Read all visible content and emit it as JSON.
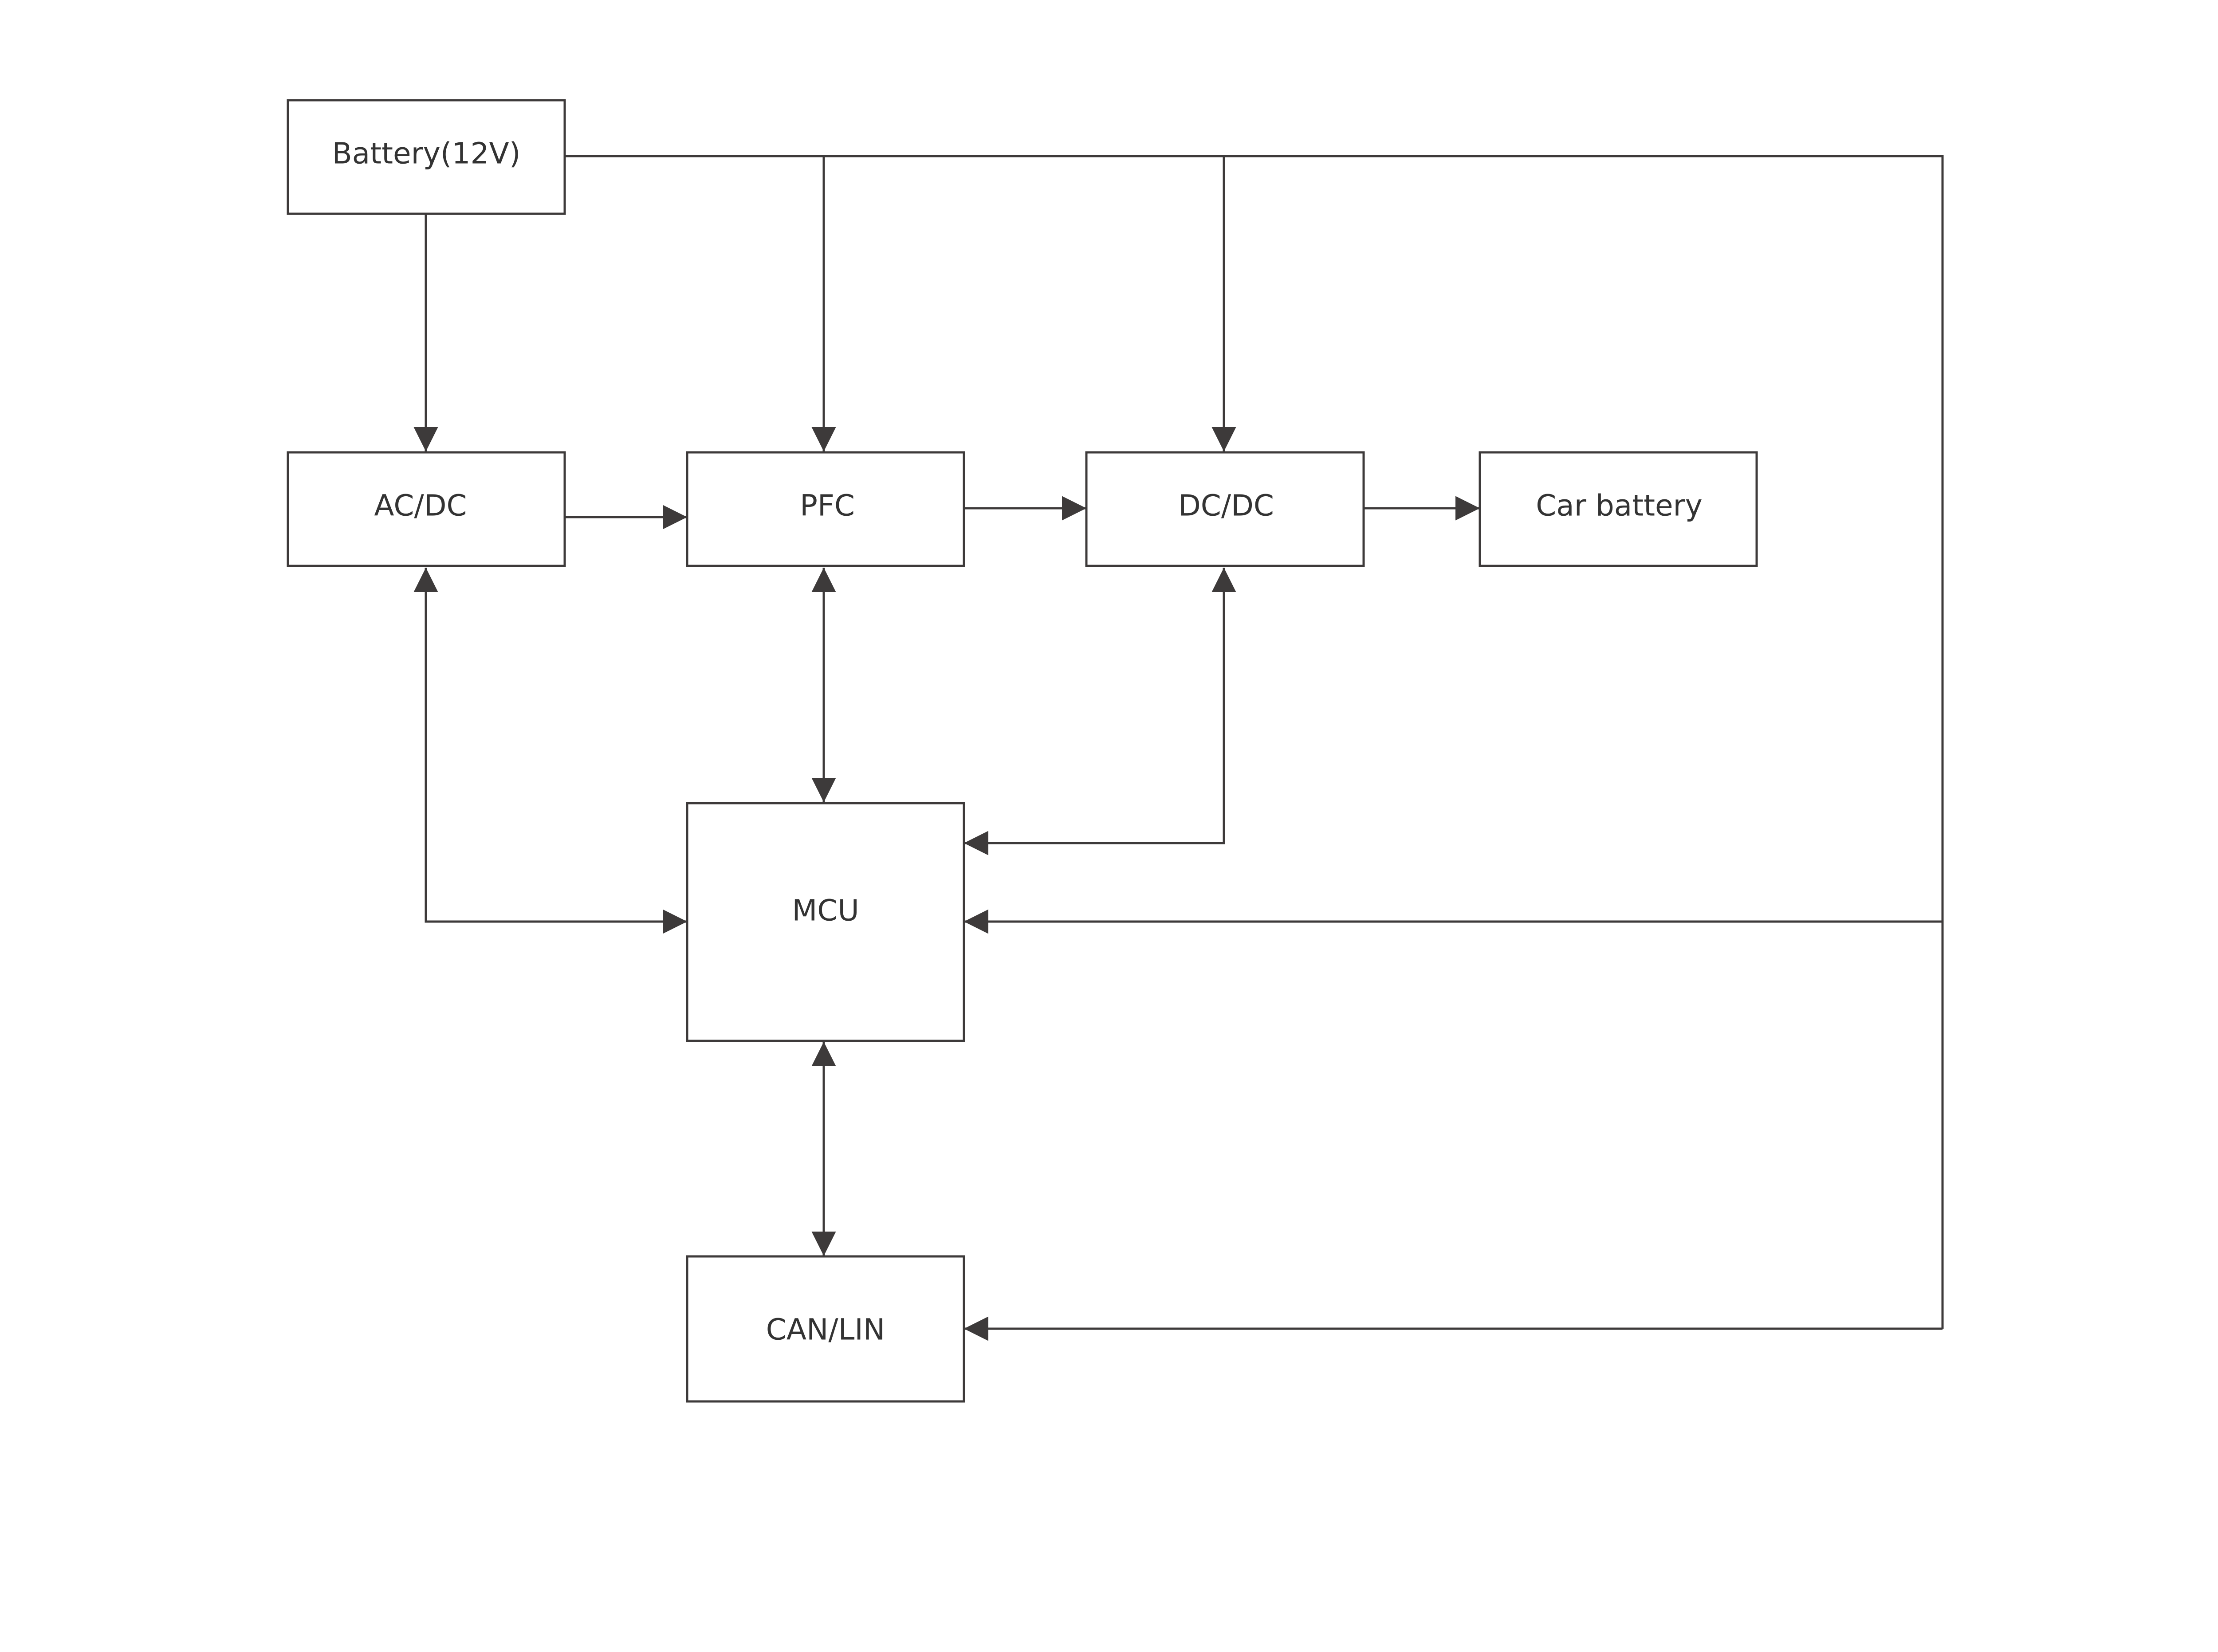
{
  "diagram": {
    "blocks": {
      "battery_12v": "Battery(12V)",
      "ac_dc": "AC/DC",
      "pfc": "PFC",
      "dc_dc": "DC/DC",
      "car_battery": "Car battery",
      "mcu": "MCU",
      "can_lin": "CAN/LIN"
    }
  },
  "colors": {
    "line": "#3d3a3a",
    "text": "#333333",
    "background": "#ffffff"
  }
}
